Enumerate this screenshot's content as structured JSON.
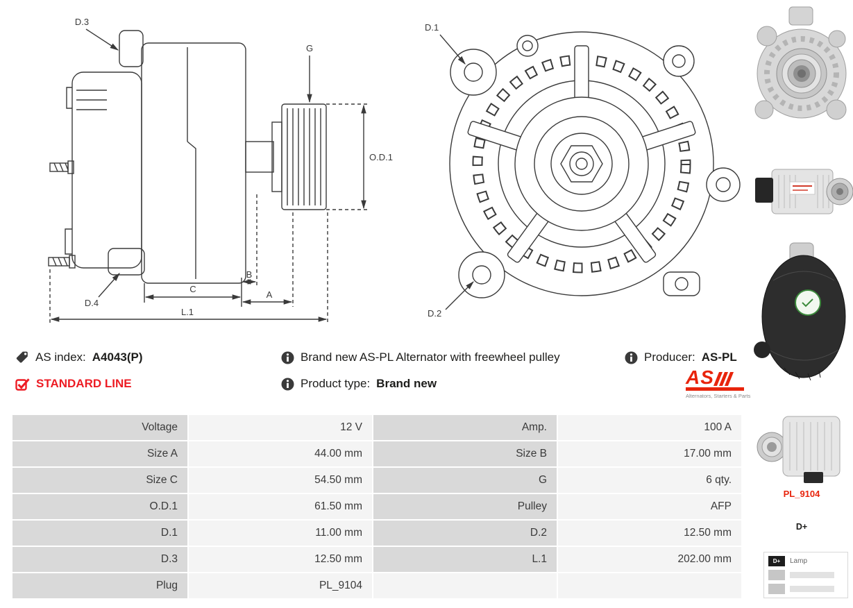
{
  "header_info": {
    "as_index": {
      "label": "AS index:",
      "value": "A4043(P)"
    },
    "standard_line": "STANDARD LINE",
    "description": "Brand new AS-PL Alternator with freewheel pulley",
    "product_type": {
      "label": "Product type:",
      "value": "Brand new"
    },
    "producer": {
      "label": "Producer:",
      "value": "AS-PL"
    },
    "logo": {
      "text": "AS",
      "tagline": "Alternators, Starters & Parts"
    }
  },
  "diagrams": {
    "side_view": {
      "labels": {
        "d3": "D.3",
        "g": "G",
        "od1": "O.D.1",
        "d4": "D.4",
        "c": "C",
        "b": "B",
        "a": "A",
        "l1": "L.1"
      }
    },
    "front_view": {
      "labels": {
        "d1": "D.1",
        "d2": "D.2"
      }
    }
  },
  "sidebar": {
    "plug_code": "PL_9104",
    "terminal": "D+",
    "plug_legend": {
      "pin": "D+",
      "desc": "Lamp"
    }
  },
  "spec_table": {
    "rows": [
      {
        "label1": "Voltage",
        "value1": "12 V",
        "label2": "Amp.",
        "value2": "100 A"
      },
      {
        "label1": "Size A",
        "value1": "44.00 mm",
        "label2": "Size B",
        "value2": "17.00 mm"
      },
      {
        "label1": "Size C",
        "value1": "54.50 mm",
        "label2": "G",
        "value2": "6 qty."
      },
      {
        "label1": "O.D.1",
        "value1": "61.50 mm",
        "label2": "Pulley",
        "value2": "AFP"
      },
      {
        "label1": "D.1",
        "value1": "11.00 mm",
        "label2": "D.2",
        "value2": "12.50 mm"
      },
      {
        "label1": "D.3",
        "value1": "12.50 mm",
        "label2": "L.1",
        "value2": "202.00 mm"
      },
      {
        "label1": "Plug",
        "value1": "PL_9104",
        "label2": "",
        "value2": ""
      }
    ]
  }
}
